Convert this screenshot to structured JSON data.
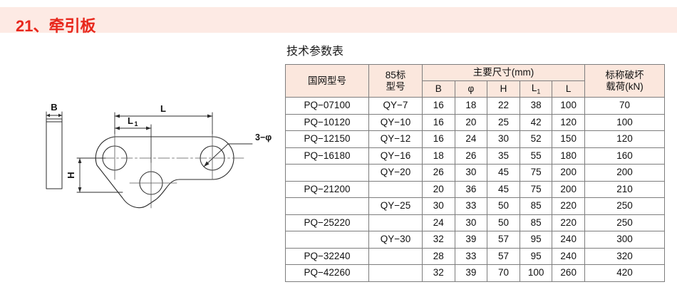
{
  "banner": {
    "title": "21、牵引板",
    "bg_color": "#fdeae4",
    "text_color": "#e8271c"
  },
  "drawing": {
    "labels": {
      "width_b": "B",
      "height_h": "H",
      "length_l": "L",
      "length_l1": "L",
      "length_l1_sub": "1",
      "holes": "3−φ"
    }
  },
  "table": {
    "caption": "技术参数表",
    "header_bg": "#fbe7dd",
    "border_color": "#7d7d7d",
    "groups": {
      "grid_model": "国网型号",
      "std85_line1": "85标",
      "std85_line2": "型号",
      "main_dims": "主要尺寸(mm)",
      "load_line1": "标称破坏",
      "load_line2": "载荷(kN)"
    },
    "dim_columns": [
      "B",
      "φ",
      "H",
      "L",
      "L"
    ],
    "dim_column_subs": [
      "",
      "",
      "",
      "1",
      ""
    ],
    "rows": [
      {
        "grid_model": "PQ−07100",
        "std85": "QY−7",
        "B": "16",
        "phi": "18",
        "H": "22",
        "L1": "38",
        "L": "100",
        "load": "70"
      },
      {
        "grid_model": "PQ−10120",
        "std85": "QY−10",
        "B": "16",
        "phi": "20",
        "H": "25",
        "L1": "42",
        "L": "120",
        "load": "100"
      },
      {
        "grid_model": "PQ−12150",
        "std85": "QY−12",
        "B": "16",
        "phi": "24",
        "H": "30",
        "L1": "52",
        "L": "150",
        "load": "120"
      },
      {
        "grid_model": "PQ−16180",
        "std85": "QY−16",
        "B": "18",
        "phi": "26",
        "H": "35",
        "L1": "55",
        "L": "180",
        "load": "160"
      },
      {
        "grid_model": "",
        "std85": "QY−20",
        "B": "26",
        "phi": "30",
        "H": "45",
        "L1": "75",
        "L": "200",
        "load": "200"
      },
      {
        "grid_model": "PQ−21200",
        "std85": "",
        "B": "20",
        "phi": "36",
        "H": "45",
        "L1": "75",
        "L": "200",
        "load": "210"
      },
      {
        "grid_model": "",
        "std85": "QY−25",
        "B": "30",
        "phi": "33",
        "H": "50",
        "L1": "85",
        "L": "220",
        "load": "250"
      },
      {
        "grid_model": "PQ−25220",
        "std85": "",
        "B": "24",
        "phi": "30",
        "H": "50",
        "L1": "85",
        "L": "220",
        "load": "250"
      },
      {
        "grid_model": "",
        "std85": "QY−30",
        "B": "32",
        "phi": "39",
        "H": "57",
        "L1": "95",
        "L": "240",
        "load": "300"
      },
      {
        "grid_model": "PQ−32240",
        "std85": "",
        "B": "28",
        "phi": "33",
        "H": "57",
        "L1": "95",
        "L": "240",
        "load": "320"
      },
      {
        "grid_model": "PQ−42260",
        "std85": "",
        "B": "32",
        "phi": "39",
        "H": "70",
        "L1": "100",
        "L": "260",
        "load": "420"
      }
    ]
  }
}
